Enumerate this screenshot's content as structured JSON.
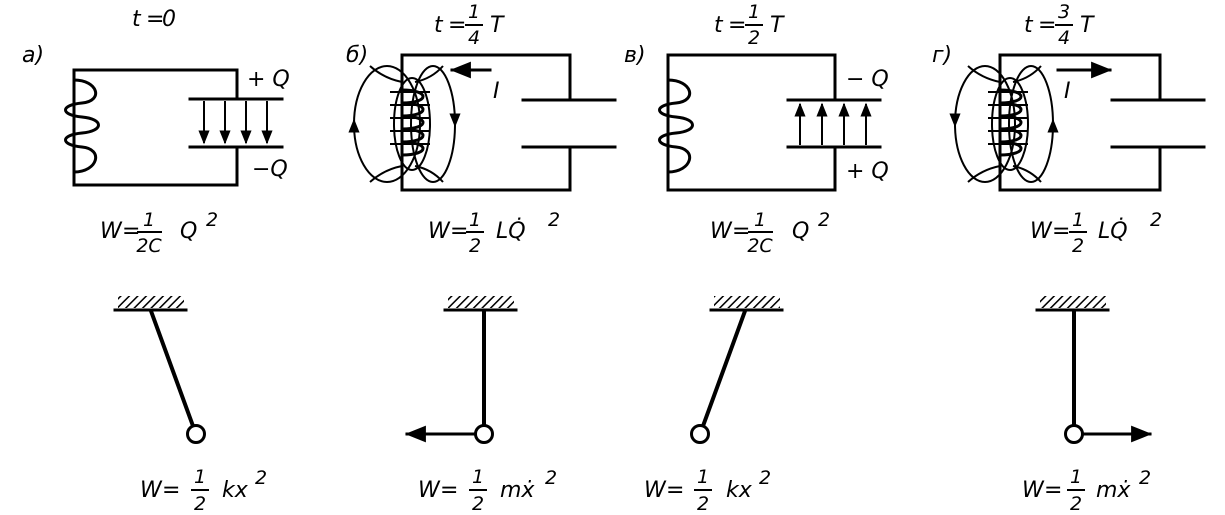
{
  "panels": [
    {
      "letter": "а)",
      "time": {
        "prefix": "t",
        "eq": "=",
        "value": "0"
      },
      "energy": {
        "w": "W",
        "eq": "=",
        "num": "1",
        "den": "2C",
        "tail": "Q",
        "pow": "2"
      },
      "top_charge": "+ Q",
      "bottom_charge": "−Q"
    },
    {
      "letter": "б)",
      "time": {
        "prefix": "t",
        "eq": "=",
        "num": "1",
        "den": "4",
        "suffix": "T"
      },
      "current": "I",
      "energy": {
        "w": "W",
        "eq": "=",
        "num": "1",
        "den": "2",
        "tail": "LQ̇",
        "pow": "2"
      }
    },
    {
      "letter": "в)",
      "time": {
        "prefix": "t",
        "eq": "=",
        "num": "1",
        "den": "2",
        "suffix": "T"
      },
      "energy": {
        "w": "W",
        "eq": "=",
        "num": "1",
        "den": "2C",
        "tail": "Q",
        "pow": "2"
      },
      "top_charge": "− Q",
      "bottom_charge": "+ Q"
    },
    {
      "letter": "г)",
      "time": {
        "prefix": "t",
        "eq": "=",
        "num": "3",
        "den": "4",
        "suffix": "T"
      },
      "current": "I",
      "energy": {
        "w": "W",
        "eq": "=",
        "num": "1",
        "den": "2",
        "tail": "LQ̇",
        "pow": "2"
      }
    }
  ],
  "pendulums": [
    {
      "energy": {
        "w": "W",
        "eq": "=",
        "num": "1",
        "den": "2",
        "tail": "kx",
        "pow": "2"
      }
    },
    {
      "energy": {
        "w": "W",
        "eq": "=",
        "num": "1",
        "den": "2",
        "tail": "mẋ",
        "pow": "2"
      }
    },
    {
      "energy": {
        "w": "W",
        "eq": "=",
        "num": "1",
        "den": "2",
        "tail": "kx",
        "pow": "2"
      }
    },
    {
      "energy": {
        "w": "W",
        "eq": "=",
        "num": "1",
        "den": "2",
        "tail": "mẋ",
        "pow": "2"
      }
    }
  ]
}
